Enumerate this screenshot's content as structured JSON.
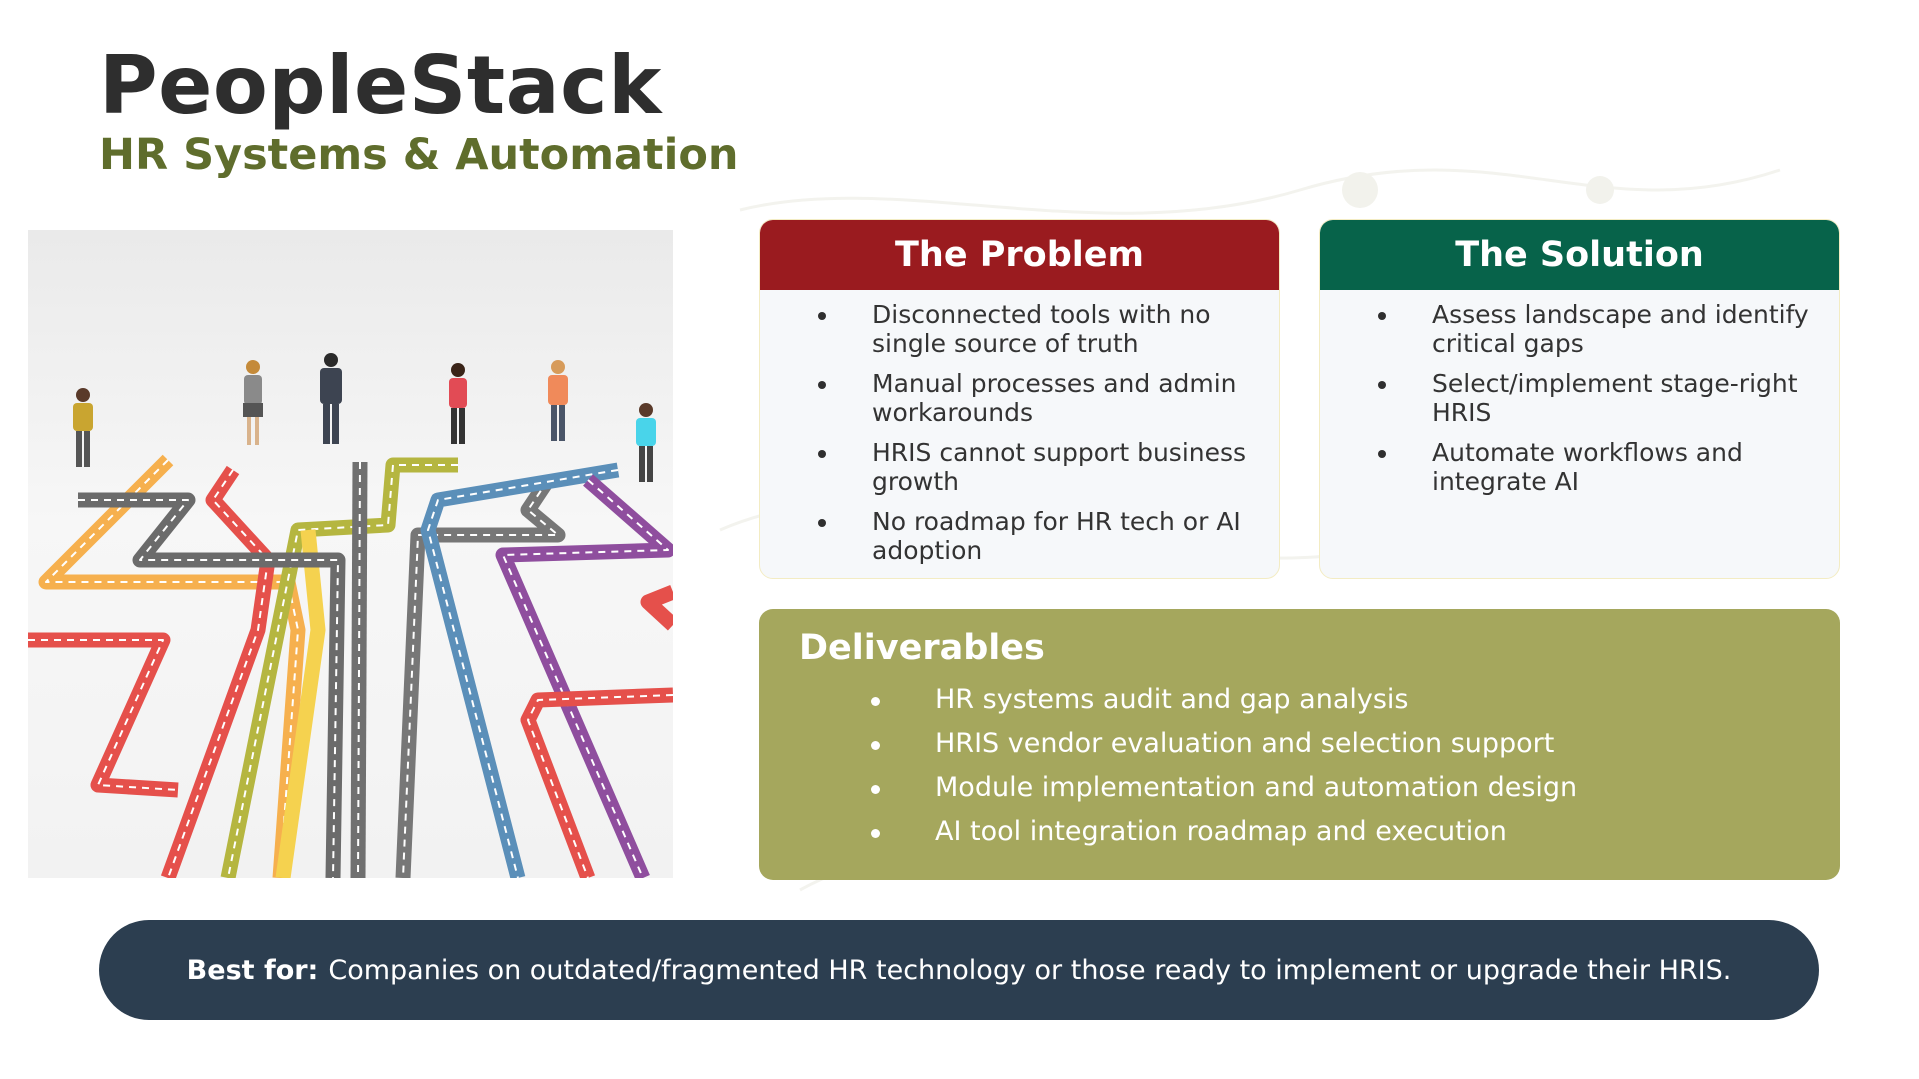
{
  "header": {
    "title": "PeopleStack",
    "subtitle": "HR Systems & Automation"
  },
  "hero": {
    "image": "people-on-diverging-roads-illustration"
  },
  "problem": {
    "heading": "The Problem",
    "items": [
      "Disconnected tools with no single source of truth",
      "Manual processes and admin workarounds",
      "HRIS cannot support business growth",
      "No roadmap for HR tech or AI adoption"
    ]
  },
  "solution": {
    "heading": "The Solution",
    "items": [
      "Assess landscape and identify critical gaps",
      "Select/implement stage-right HRIS",
      "Automate workflows and integrate AI"
    ]
  },
  "deliverables": {
    "heading": "Deliverables",
    "items": [
      "HR systems audit and gap analysis",
      "HRIS vendor evaluation and selection support",
      "Module implementation and automation design",
      "AI tool integration roadmap and execution"
    ]
  },
  "best_for": {
    "label": "Best for:",
    "text": "Companies on outdated/fragmented HR technology or those ready to implement or upgrade their HRIS."
  },
  "colors": {
    "title": "#2e2e2e",
    "subtitle": "#5f6d2c",
    "problem": "#9a1b1f",
    "solution": "#07634a",
    "deliverables": "#a5a75d",
    "banner": "#2c3e50"
  }
}
